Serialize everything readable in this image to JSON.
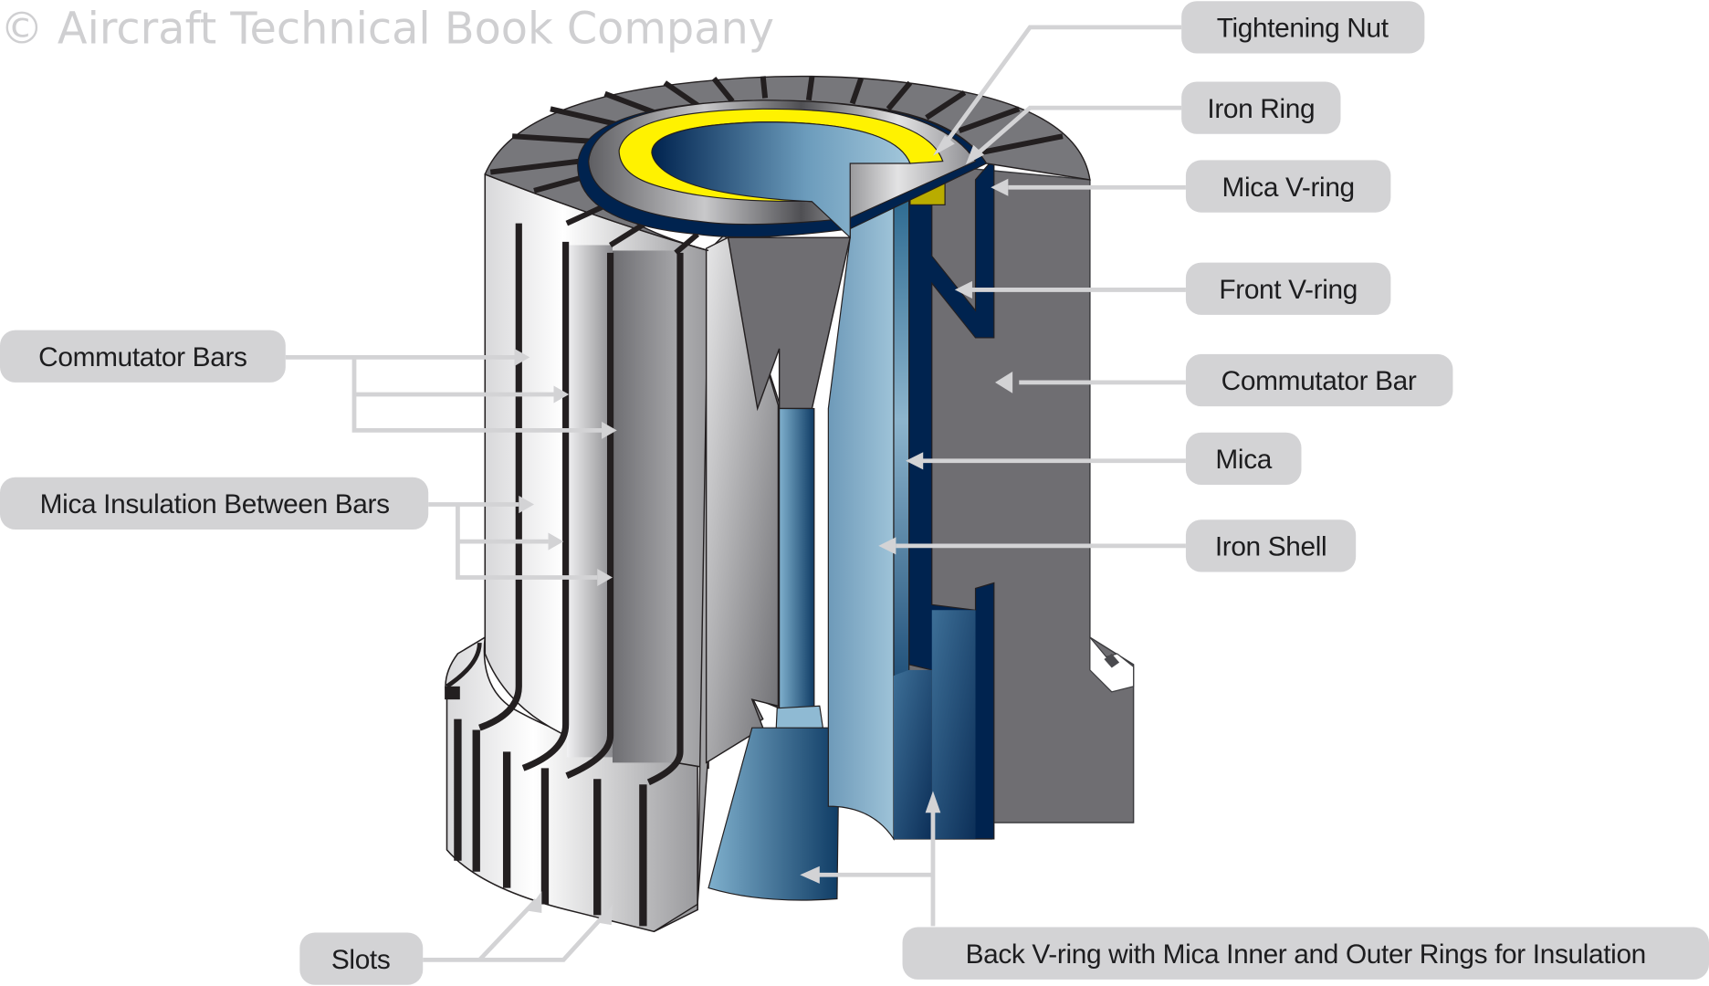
{
  "copyright": "© Aircraft Technical Book Company",
  "diagram": {
    "subject": "commutator cutaway",
    "colors": {
      "bar_gray": "#6f6e72",
      "bar_light": "#e9e9ea",
      "mica_dark_blue": "#00234f",
      "shell_light_blue": "#93bcd4",
      "shell_mid_blue": "#3d6f97",
      "nut_yellow": "#fff200",
      "iron_ring_olive": "#b9ac00",
      "insulation_black": "#231f20",
      "callout_gray": "#d3d3d5",
      "leader_gray": "#d3d3d5"
    }
  },
  "labels": {
    "left": [
      {
        "id": "commutator-bars",
        "text": "Commutator Bars"
      },
      {
        "id": "mica-insulation-between-bars",
        "text": "Mica Insulation Between Bars"
      },
      {
        "id": "slots",
        "text": "Slots"
      }
    ],
    "right": [
      {
        "id": "tightening-nut",
        "text": "Tightening Nut"
      },
      {
        "id": "iron-ring",
        "text": "Iron Ring"
      },
      {
        "id": "mica-v-ring",
        "text": "Mica V-ring"
      },
      {
        "id": "front-v-ring",
        "text": "Front V-ring"
      },
      {
        "id": "commutator-bar",
        "text": "Commutator Bar"
      },
      {
        "id": "mica",
        "text": "Mica"
      },
      {
        "id": "iron-shell",
        "text": "Iron Shell"
      }
    ],
    "bottom": [
      {
        "id": "back-v-ring",
        "text": "Back V-ring with Mica Inner and Outer Rings for Insulation"
      }
    ]
  }
}
